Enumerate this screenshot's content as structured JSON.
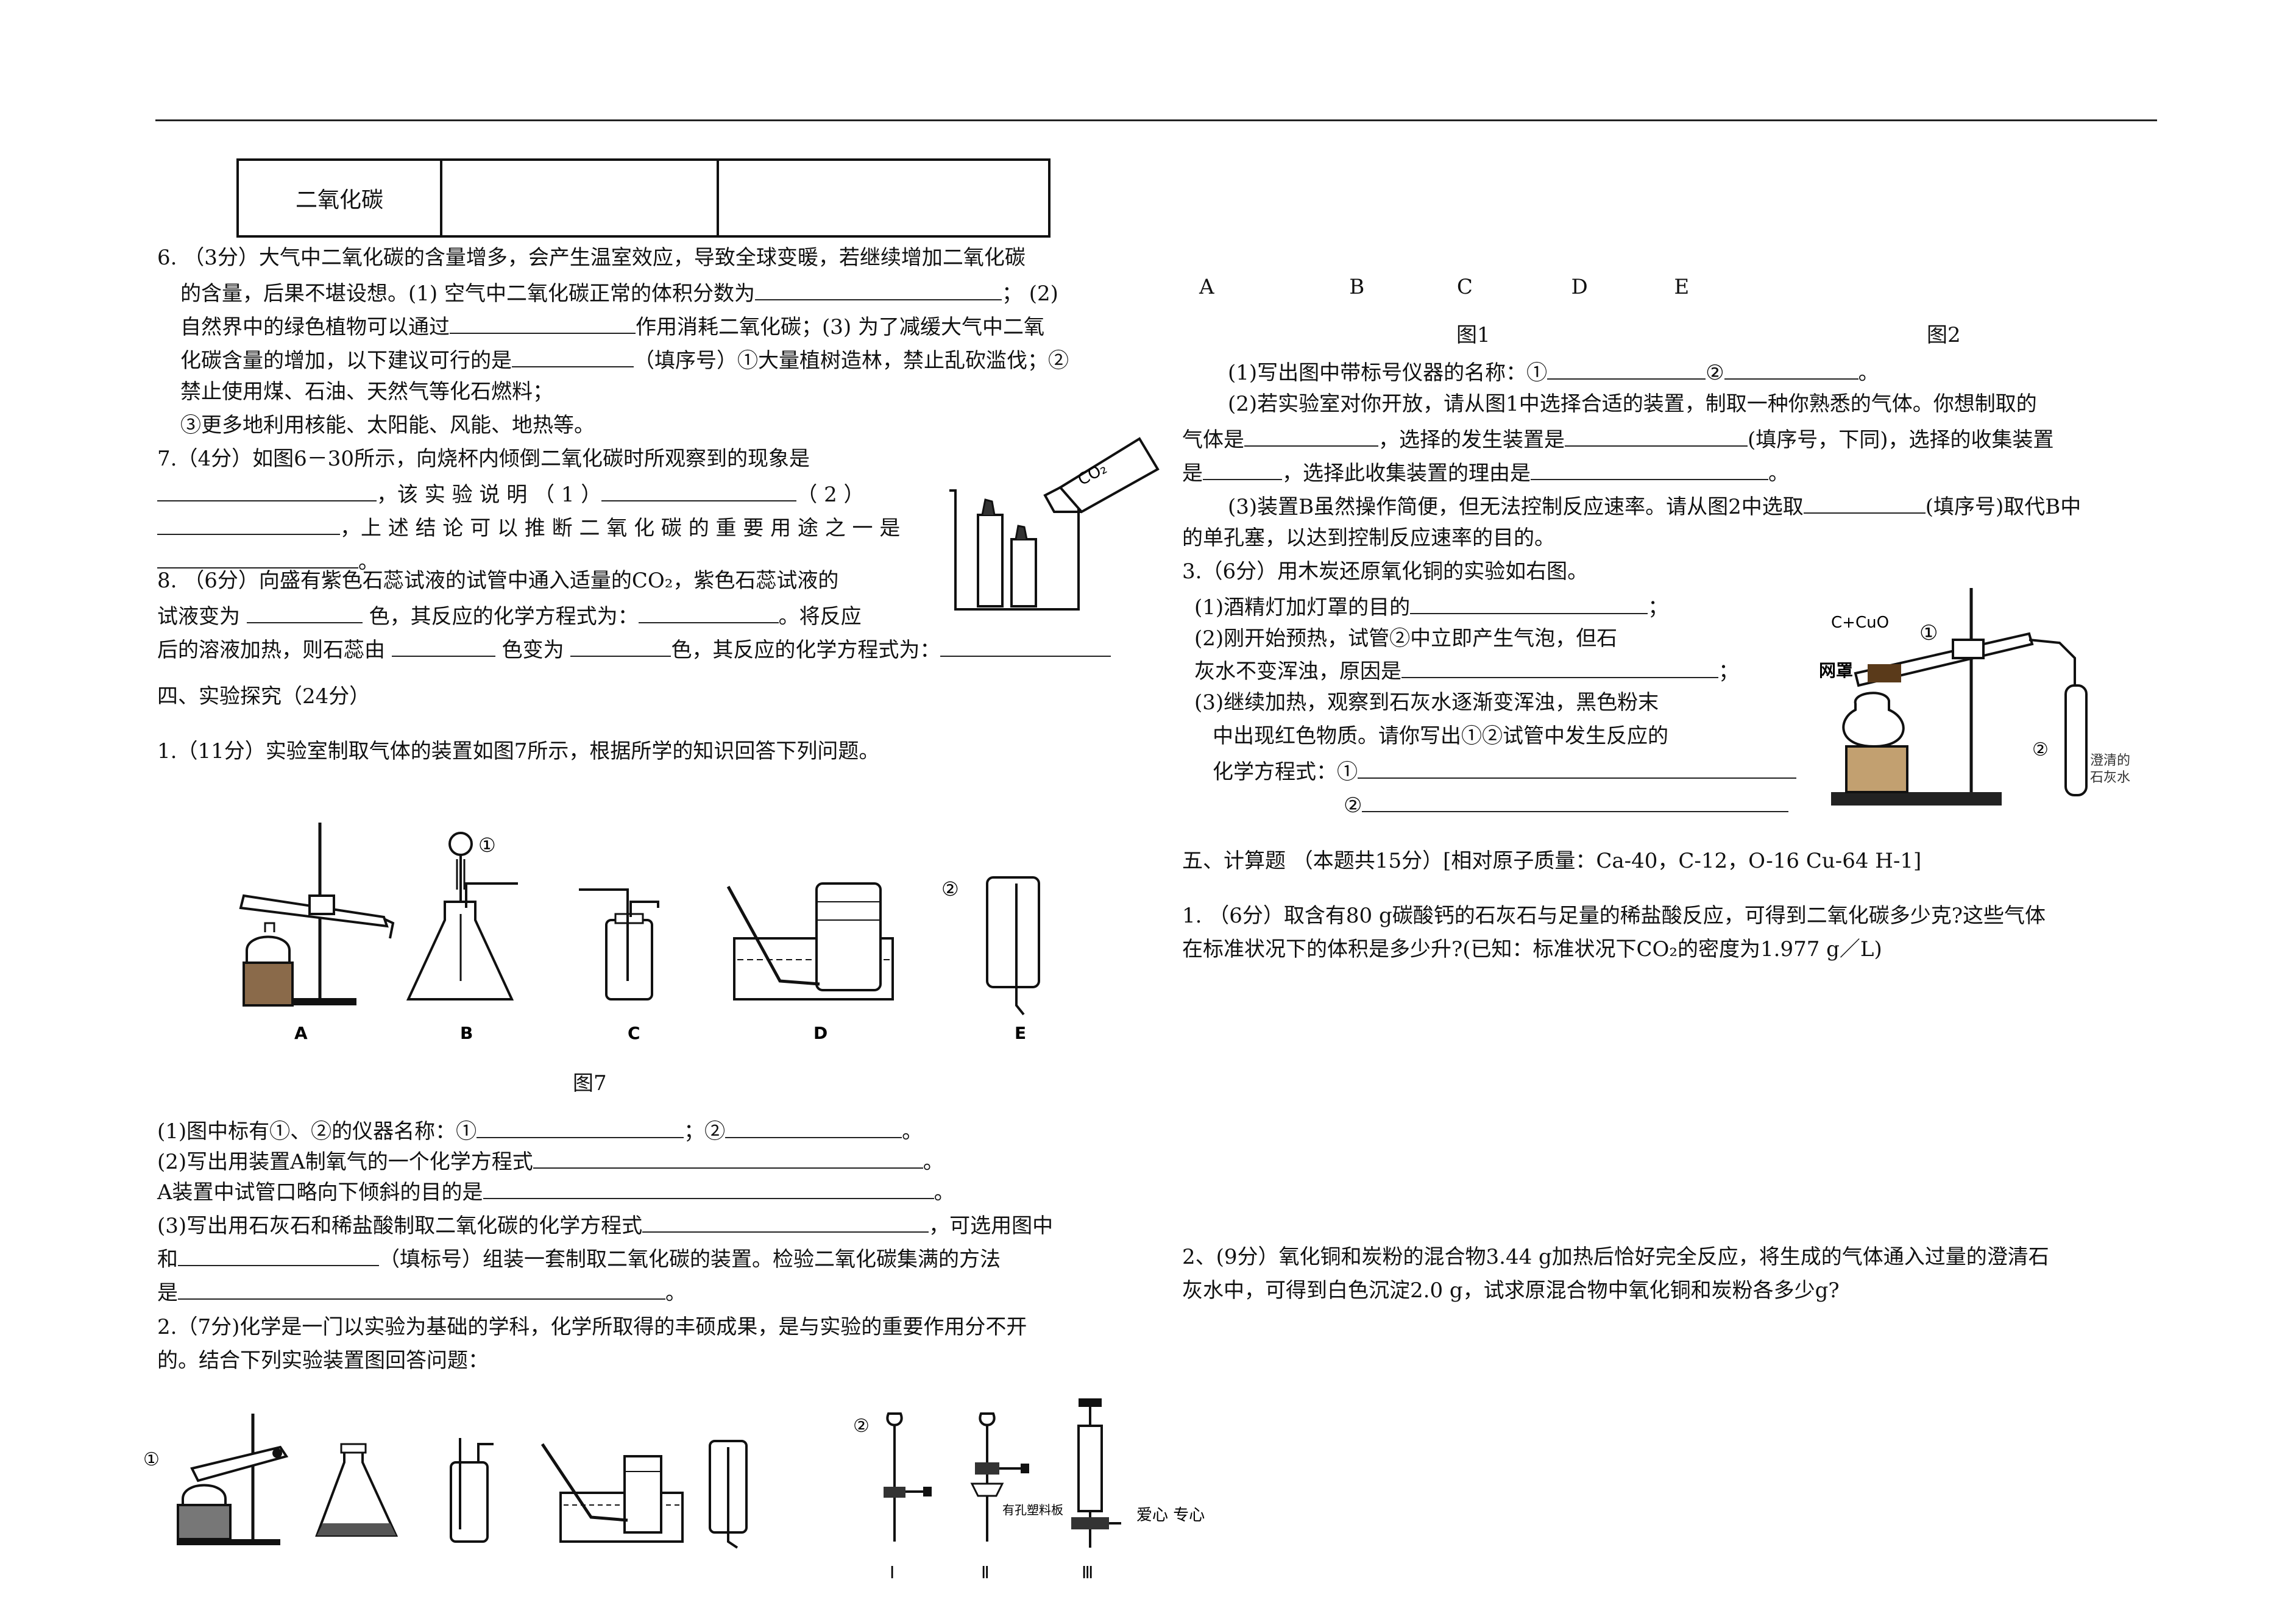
{
  "table": {
    "cell": "二氧化碳"
  },
  "q6": {
    "l1": "6. （3分）大气中二氧化碳的含量增多，会产生温室效应，导致全球变暖，若继续增加二氧化碳",
    "l2a": "的含量，后果不堪设想。(1) 空气中二氧化碳正常的体积分数为",
    "l2b": "；   (2)",
    "l3a": "自然界中的绿色植物可以通过",
    "l3b": "作用消耗二氧化碳；(3) 为了减缓大气中二氧",
    "l4a": "化碳含量的增加，以下建议可行的是",
    "l4b": "（填序号）①大量植树造林，禁止乱砍滥伐；②",
    "l5": "禁止使用煤、石油、天然气等化石燃料；",
    "l6": "③更多地利用核能、太阳能、风能、地热等。"
  },
  "q7": {
    "l1": "7.（4分）如图6－30所示，向烧杯内倾倒二氧化碳时所观察到的现象是",
    "l2a": "，该 实 验 说 明 （ 1 ）",
    "l2b": "（ 2 ）",
    "l3": "，上 述 结 论 可 以 推 断 二 氧 化 碳 的 重 要 用 途 之 一 是",
    "l4": "。",
    "co2": "CO₂"
  },
  "q8": {
    "l1": "8. （6分）向盛有紫色石蕊试液的试管中通入适量的CO₂，紫色石蕊试液的",
    "l2a": "试液变为",
    "l2b": "色，其反应的化学方程式为：",
    "l2c": "。将反应",
    "l3a": "后的溶液加热，则石蕊由",
    "l3b": "色变为",
    "l3c": "色，其反应的化学方程式为："
  },
  "sec4": "四、实验探究（24分）",
  "e1": {
    "intro": "1.（11分）实验室制取气体的装置如图7所示，根据所学的知识回答下列问题。",
    "labels": [
      "A",
      "B",
      "C",
      "D",
      "E"
    ],
    "m1": "①",
    "m2": "②",
    "fig": "图7",
    "q1a": "(1)图中标有①、②的仪器名称：①",
    "q1b": "；②",
    "q1c": "。",
    "q2a": "(2)写出用装置A制氧气的一个化学方程式",
    "q2b": "。",
    "q2c": "A装置中试管口略向下倾斜的目的是",
    "q2d": "。",
    "q3a": "(3)写出用石灰石和稀盐酸制取二氧化碳的化学方程式",
    "q3b": "，可选用图中",
    "q3c": "和",
    "q3d": "（填标号）组装一套制取二氧化碳的装置。检验二氧化碳集满的方法",
    "q3e": "是",
    "q3f": "。"
  },
  "e2": {
    "l1": "2.（7分)化学是一门以实验为基础的学科，化学所取得的丰硕成果，是与实验的重要作用分不开",
    "l2": "的。结合下列实验装置图回答问题：",
    "m1": "①",
    "m2": "②",
    "roman": [
      "Ⅰ",
      "Ⅱ",
      "Ⅲ"
    ],
    "board": "有孔塑料板",
    "extra": "爱心   专心",
    "labels": [
      "A",
      "B",
      "C",
      "D",
      "E"
    ],
    "fig1": "图1",
    "fig2": "图2",
    "q1a": "(1)写出图中带标号仪器的名称：①",
    "q1b": "②",
    "q1c": "。",
    "q2a": "(2)若实验室对你开放，请从图1中选择合适的装置，制取一种你熟悉的气体。你想制取的",
    "q2b": "气体是",
    "q2c": "，选择的发生装置是",
    "q2d": "(填序号，下同)，选择的收集装置",
    "q2e": "是",
    "q2f": "，选择此收集装置的理由是",
    "q2g": "。",
    "q3a": "(3)装置B虽然操作简便，但无法控制反应速率。请从图2中选取",
    "q3b": "(填序号)取代B中",
    "q3c": "的单孔塞，以达到控制反应速率的目的。"
  },
  "e3": {
    "l1": "3.（6分）用木炭还原氧化铜的实验如右图。",
    "l2a": "(1)酒精灯加灯罩的目的",
    "l2b": "；",
    "l3": "(2)刚开始预热，试管②中立即产生气泡，但石",
    "l4a": "灰水不变浑浊，原因是",
    "l4b": "；",
    "l5": "(3)继续加热，观察到石灰水逐渐变浑浊，黑色粉末",
    "l6": "中出现红色物质。请你写出①②试管中发生反应的",
    "l7": "化学方程式：①",
    "l8": "②",
    "fig_cuo": "C+CuO",
    "fig_m1": "①",
    "fig_m2": "②",
    "fig_net": "网罩",
    "fig_lime1": "澄清的",
    "fig_lime2": "石灰水"
  },
  "sec5": "五、计算题 （本题共15分）[相对原子质量：Ca-40，C-12，O-16  Cu-64  H-1]",
  "c1": {
    "l1": "1. （6分）取含有80 g碳酸钙的石灰石与足量的稀盐酸反应，可得到二氧化碳多少克?这些气体",
    "l2": "在标准状况下的体积是多少升?(已知：标准状况下CO₂的密度为1.977 g／L)"
  },
  "c2": {
    "l1": "2、(9分）氧化铜和炭粉的混合物3.44 g加热后恰好完全反应，将生成的气体通入过量的澄清石",
    "l2": "灰水中，可得到白色沉淀2.0 g，试求原混合物中氧化铜和炭粉各多少g?"
  }
}
